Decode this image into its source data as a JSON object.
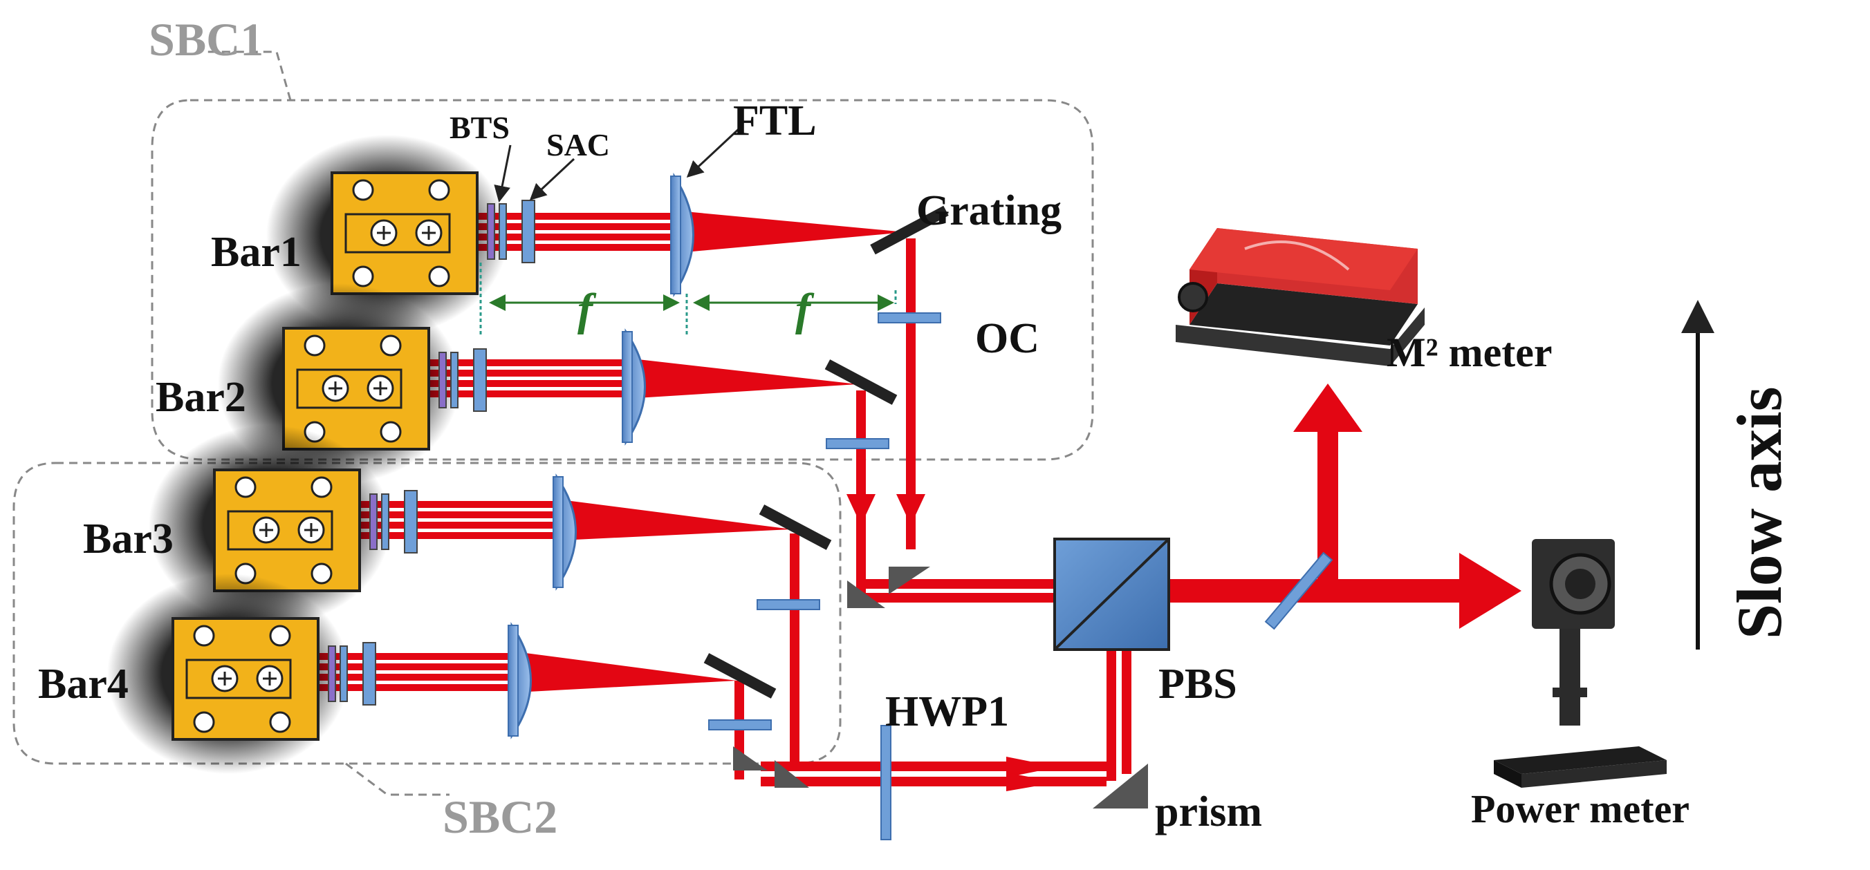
{
  "groups": {
    "sbc1": "SBC1",
    "sbc2": "SBC2"
  },
  "bars": [
    "Bar1",
    "Bar2",
    "Bar3",
    "Bar4"
  ],
  "components": {
    "bts": "BTS",
    "sac": "SAC",
    "ftl": "FTL",
    "grating": "Grating",
    "oc": "OC",
    "focal1": "f",
    "focal2": "f",
    "pbs": "PBS",
    "hwp1": "HWP1",
    "prism": "prism"
  },
  "instruments": {
    "m2_meter": "M² meter",
    "power_meter": "Power meter"
  },
  "axis_label": "Slow axis",
  "colors": {
    "beam": "#e30613",
    "bar_body": "#f2b21a",
    "optic_blue": "#6f9fd8",
    "grating_dark": "#222222",
    "group_border": "#888888"
  }
}
